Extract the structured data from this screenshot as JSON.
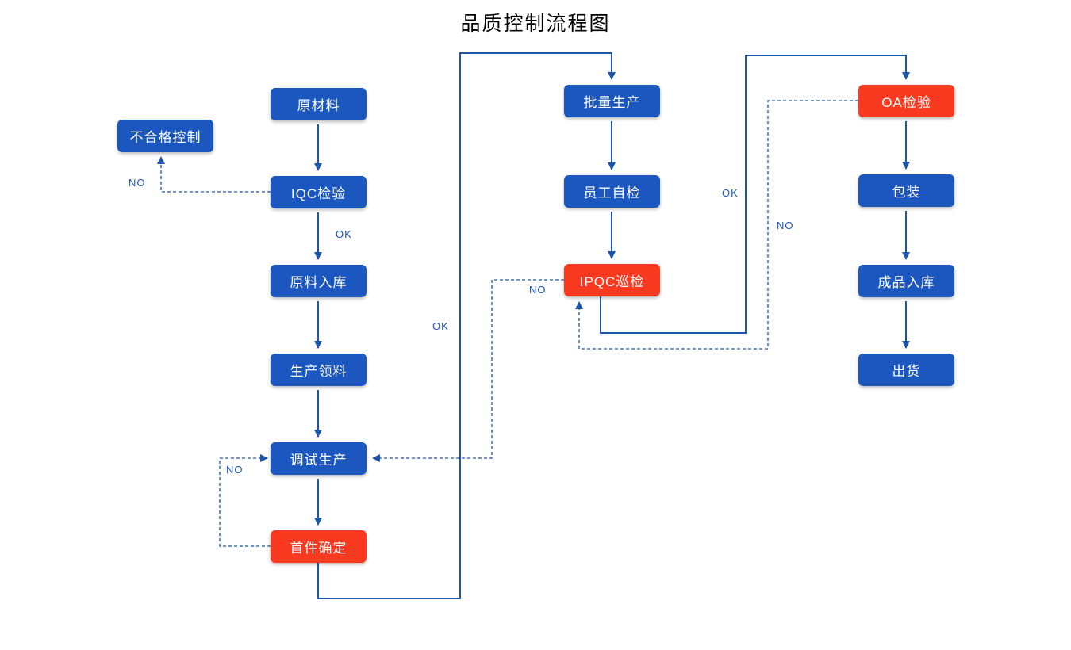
{
  "title": "品质控制流程图",
  "colors": {
    "box_blue": "#1b57be",
    "box_red": "#f93a20",
    "line": "#1d56a8",
    "label": "#1b57be",
    "title": "#000000"
  },
  "nodes": [
    {
      "id": "raw-material",
      "label": "原材料",
      "type": "blue"
    },
    {
      "id": "nonconforming-control",
      "label": "不合格控制",
      "type": "blue"
    },
    {
      "id": "iqc-inspection",
      "label": "IQC检验",
      "type": "blue"
    },
    {
      "id": "raw-material-warehouse",
      "label": "原料入库",
      "type": "blue"
    },
    {
      "id": "production-picking",
      "label": "生产领料",
      "type": "blue"
    },
    {
      "id": "debug-production",
      "label": "调试生产",
      "type": "blue"
    },
    {
      "id": "first-article-confirm",
      "label": "首件确定",
      "type": "red"
    },
    {
      "id": "mass-production",
      "label": "批量生产",
      "type": "blue"
    },
    {
      "id": "employee-self-check",
      "label": "员工自检",
      "type": "blue"
    },
    {
      "id": "ipqc-inspection",
      "label": "IPQC巡检",
      "type": "red"
    },
    {
      "id": "oa-inspection",
      "label": "OA检验",
      "type": "red"
    },
    {
      "id": "packaging",
      "label": "包装",
      "type": "blue"
    },
    {
      "id": "finished-goods-warehouse",
      "label": "成品入库",
      "type": "blue"
    },
    {
      "id": "shipping",
      "label": "出货",
      "type": "blue"
    }
  ],
  "edge_labels": [
    {
      "id": "iqc-no",
      "text": "NO"
    },
    {
      "id": "iqc-ok",
      "text": "OK"
    },
    {
      "id": "first-article-ok",
      "text": "OK"
    },
    {
      "id": "ipqc-no",
      "text": "NO"
    },
    {
      "id": "ipqc-ok",
      "text": "OK"
    },
    {
      "id": "oa-no",
      "text": "NO"
    },
    {
      "id": "first-article-no",
      "text": "NO"
    }
  ]
}
